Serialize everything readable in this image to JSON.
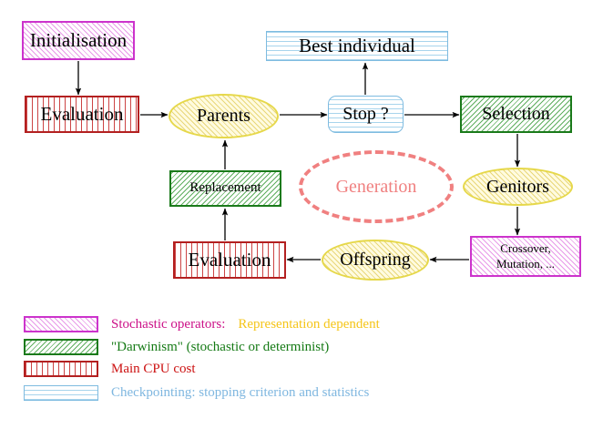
{
  "diagram": {
    "title": "Evolutionary algorithm generation cycle",
    "nodes": [
      {
        "id": "initialisation",
        "label": "Initialisation",
        "shape": "rect",
        "style": "magenta"
      },
      {
        "id": "best",
        "label": "Best individual",
        "shape": "rect",
        "style": "blue"
      },
      {
        "id": "evaluation_top",
        "label": "Evaluation",
        "shape": "rect",
        "style": "red"
      },
      {
        "id": "parents",
        "label": "Parents",
        "shape": "ellipse",
        "style": "yellow"
      },
      {
        "id": "stop",
        "label": "Stop ?",
        "shape": "rounded",
        "style": "blue"
      },
      {
        "id": "selection",
        "label": "Selection",
        "shape": "rect",
        "style": "green"
      },
      {
        "id": "replacement",
        "label": "Replacement",
        "shape": "rect",
        "style": "green"
      },
      {
        "id": "generation",
        "label": "Generation",
        "shape": "ellipse",
        "style": "dashed-pink"
      },
      {
        "id": "genitors",
        "label": "Genitors",
        "shape": "ellipse",
        "style": "yellow"
      },
      {
        "id": "evaluation_bot",
        "label": "Evaluation",
        "shape": "rect",
        "style": "red"
      },
      {
        "id": "offspring",
        "label": "Offspring",
        "shape": "ellipse",
        "style": "yellow"
      },
      {
        "id": "crossover",
        "label": "Crossover,\nMutation, ...",
        "shape": "rect",
        "style": "magenta"
      }
    ],
    "edges": [
      {
        "from": "initialisation",
        "to": "evaluation_top"
      },
      {
        "from": "evaluation_top",
        "to": "parents"
      },
      {
        "from": "parents",
        "to": "stop"
      },
      {
        "from": "stop",
        "to": "best"
      },
      {
        "from": "stop",
        "to": "selection"
      },
      {
        "from": "selection",
        "to": "genitors"
      },
      {
        "from": "genitors",
        "to": "crossover"
      },
      {
        "from": "crossover",
        "to": "offspring"
      },
      {
        "from": "offspring",
        "to": "evaluation_bot"
      },
      {
        "from": "evaluation_bot",
        "to": "replacement"
      },
      {
        "from": "replacement",
        "to": "parents"
      }
    ]
  },
  "legend": {
    "items": [
      {
        "swatch": "magenta-diagonal-hatch",
        "text": "Stochastic operators:",
        "text_color": "#cc1188",
        "text2": "Representation dependent",
        "text2_color": "#f5c518"
      },
      {
        "swatch": "green-diagonal-hatch",
        "text": "\"Darwinism\" (stochastic or determinist)",
        "text_color": "#157a15",
        "text2": "",
        "text2_color": ""
      },
      {
        "swatch": "red-vertical-hatch",
        "text": "Main CPU cost",
        "text_color": "#cc1111",
        "text2": "",
        "text2_color": ""
      },
      {
        "swatch": "blue-horizontal-hatch",
        "text": "Checkpointing: stopping criterion and statistics",
        "text_color": "#7fb7e0",
        "text2": "",
        "text2_color": ""
      }
    ]
  },
  "colors": {
    "magenta_border": "#cc33cc",
    "green_border": "#1a7a1a",
    "red_border": "#b32020",
    "blue_border": "#7ebbe0",
    "yellow_border": "#e6d84a",
    "generation_pink": "#f08080",
    "arrow": "#000000",
    "background": "#ffffff"
  }
}
